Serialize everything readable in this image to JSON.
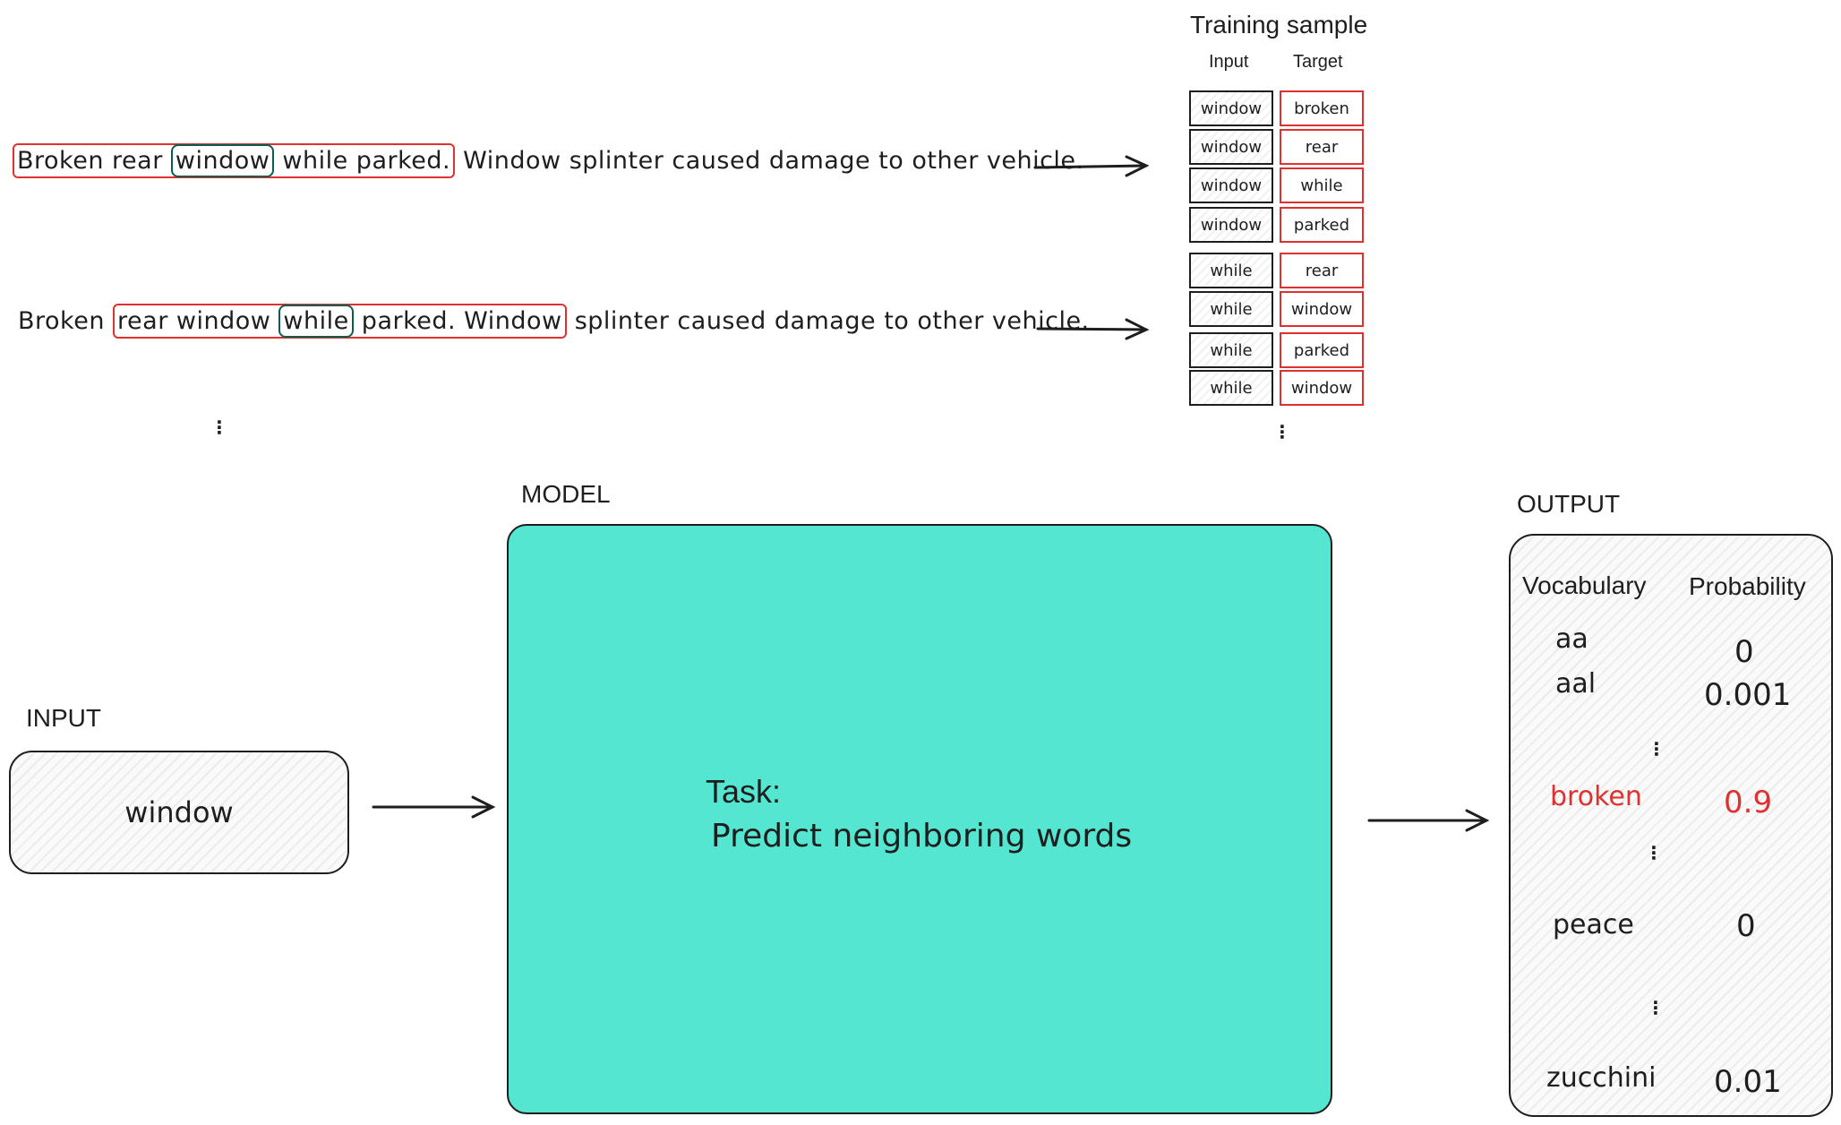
{
  "training": {
    "title": "Training sample",
    "input_header": "Input",
    "target_header": "Target",
    "rows": [
      {
        "input": "window",
        "target": "broken"
      },
      {
        "input": "window",
        "target": "rear"
      },
      {
        "input": "window",
        "target": "while"
      },
      {
        "input": "window",
        "target": "parked"
      },
      {
        "input": "while",
        "target": "rear"
      },
      {
        "input": "while",
        "target": "window"
      },
      {
        "input": "while",
        "target": "parked"
      },
      {
        "input": "while",
        "target": "window"
      }
    ],
    "ellipsis": "⋮"
  },
  "sentences": [
    {
      "pre": "",
      "ctx_left": "Broken rear ",
      "center": "window",
      "ctx_right": " while parked.",
      "post": " Window splinter caused damage to other vehicle."
    },
    {
      "pre": "Broken ",
      "ctx_left": "rear window ",
      "center": "while",
      "ctx_right": " parked. Window",
      "post": " splinter caused damage to other vehicle."
    }
  ],
  "sentences_ellipsis": "⋮",
  "input": {
    "label": "INPUT",
    "value": "window"
  },
  "model": {
    "label": "MODEL",
    "task_title": "Task:",
    "task_text": "Predict neighboring words",
    "color": "#55e6d2"
  },
  "output": {
    "label": "OUTPUT",
    "vocab_header": "Vocabulary",
    "prob_header": "Probability",
    "rows": [
      {
        "word": "aa",
        "prob": "0"
      },
      {
        "word": "aal",
        "prob": "0.001"
      },
      {
        "word": "broken",
        "prob": "0.9"
      },
      {
        "word": "peace",
        "prob": "0"
      },
      {
        "word": "zucchini",
        "prob": "0.01"
      }
    ],
    "ellipsis": "⋮",
    "highlight_color": "#e03131"
  }
}
